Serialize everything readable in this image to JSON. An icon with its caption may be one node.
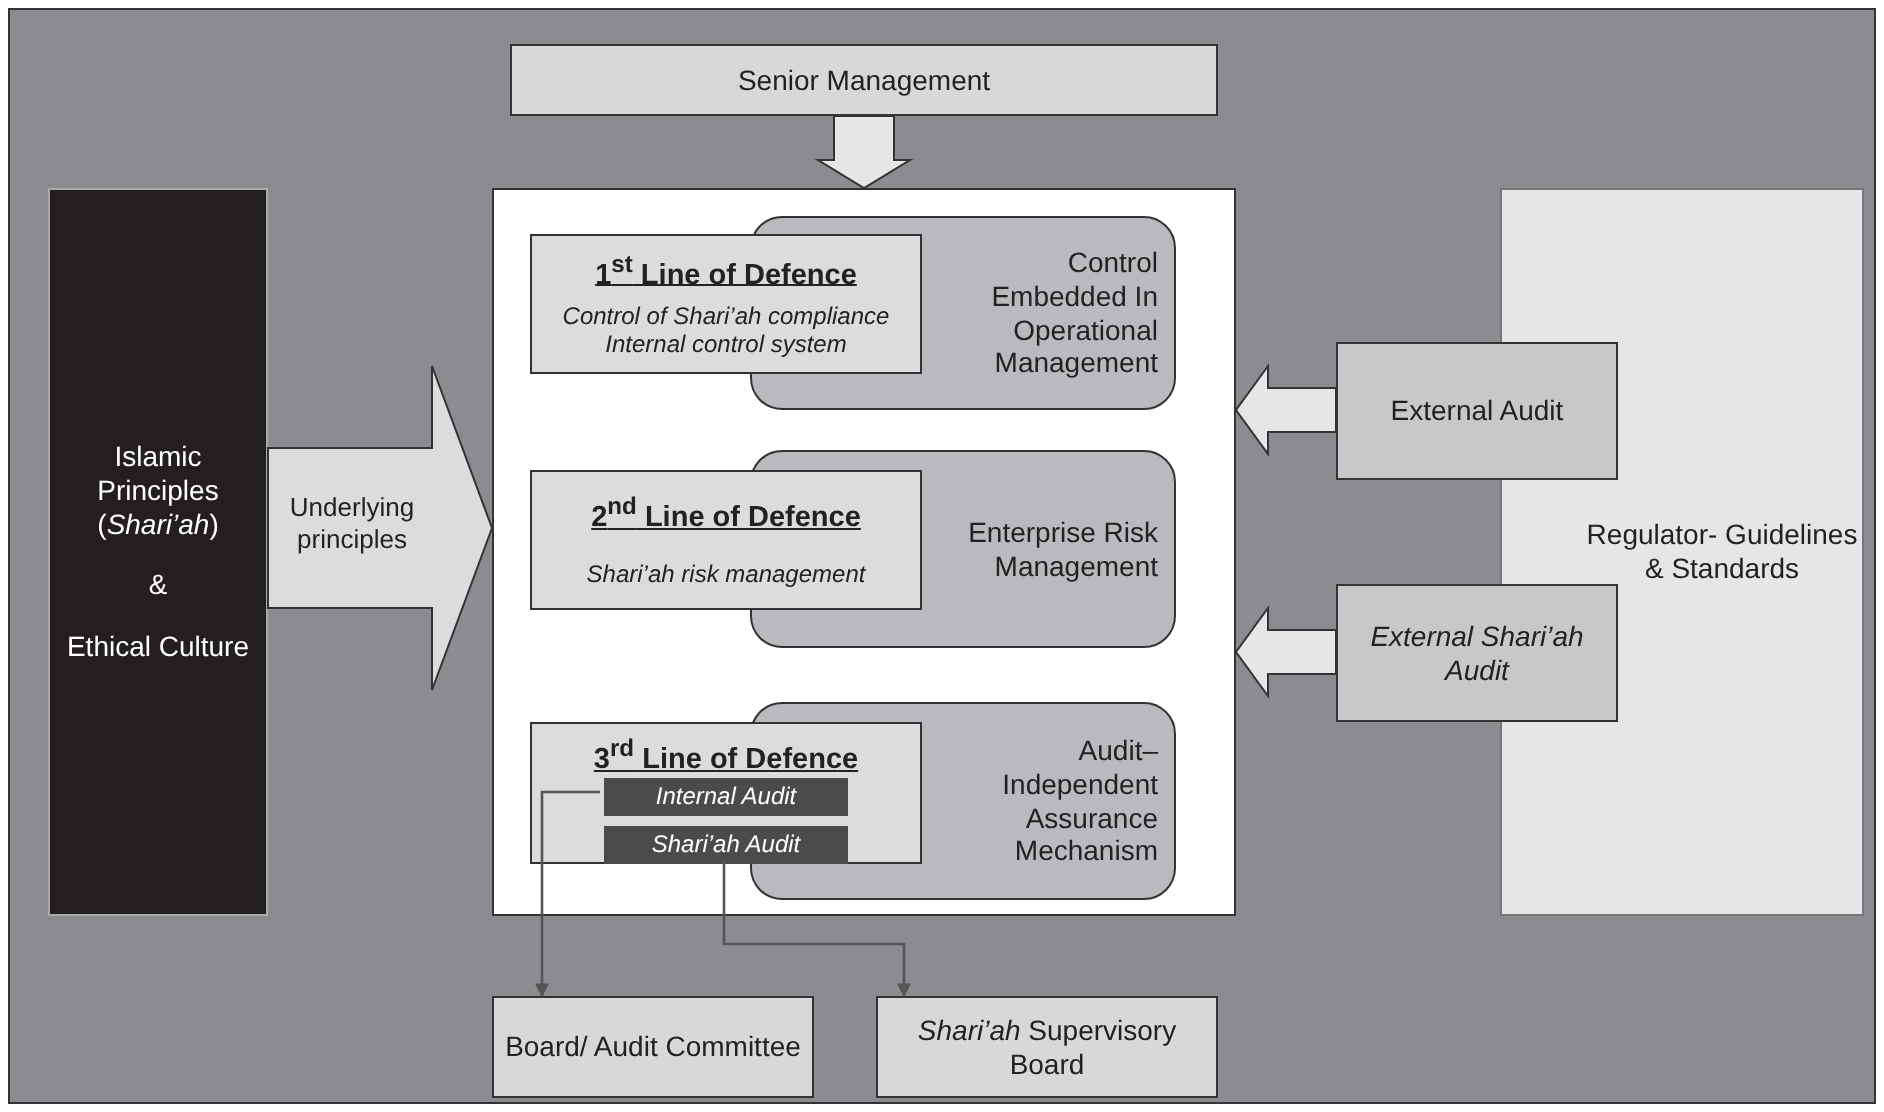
{
  "diagram": {
    "nodes": [
      {
        "text": [
          "Senior Management"
        ]
      },
      {
        "text": [],
        "shape": "box"
      },
      {
        "text": [
          "Control Embedded In Operational Management"
        ],
        "in": 1
      },
      {
        "text": [
          "1$^{st}$ Line of Defence",
          "Control of Shari’ah compliance",
          "Internal control system"
        ],
        "in": 1
      },
      {
        "text": [
          "Enterprise Risk Management"
        ],
        "in": 1
      },
      {
        "text": [
          "2$^{nd}$ Line of Defence",
          "Shari’ah risk management"
        ],
        "in": 1
      },
      {
        "text": [
          "Audit– Independent Assurance Mechanism"
        ],
        "in": 1
      },
      {
        "text": [
          "3$^{rd}$ Line of Defence"
        ],
        "in": 1
      },
      {
        "text": [
          "Internal Audit"
        ],
        "in": 7
      },
      {
        "text": [
          "Shari’ah Audit"
        ],
        "in": 7
      },
      {
        "text": [
          "Board/ Audit Committee"
        ]
      },
      {
        "text": [
          "*Shari’ah* Supervisory Board"
        ]
      },
      {
        "text": [
          "Islamic Principles (*Shari’ah*)",
          "&",
          "Ethical Culture"
        ]
      },
      {
        "text": [
          "Regulator- Guidelines & Standards"
        ]
      },
      {
        "text": [
          "External Audit"
        ]
      },
      {
        "text": [
          "External Shari’ah Audit"
        ]
      }
    ],
    "edges": [
      {
        "from": 0,
        "to": 1,
        "arrow": "to",
        "style": "thick"
      },
      {
        "from": 14,
        "to": 1,
        "arrow": "to",
        "style": "thick"
      },
      {
        "from": 15,
        "to": 1,
        "arrow": "to",
        "style": "thick"
      },
      {
        "from": 8,
        "to": 10,
        "arrow": "to"
      },
      {
        "from": 9,
        "to": 11,
        "arrow": "to"
      },
      {
        "from": 12,
        "to": 1,
        "arrow": "to",
        "style": "thick",
        "label": "Underlying principles"
      }
    ]
  }
}
